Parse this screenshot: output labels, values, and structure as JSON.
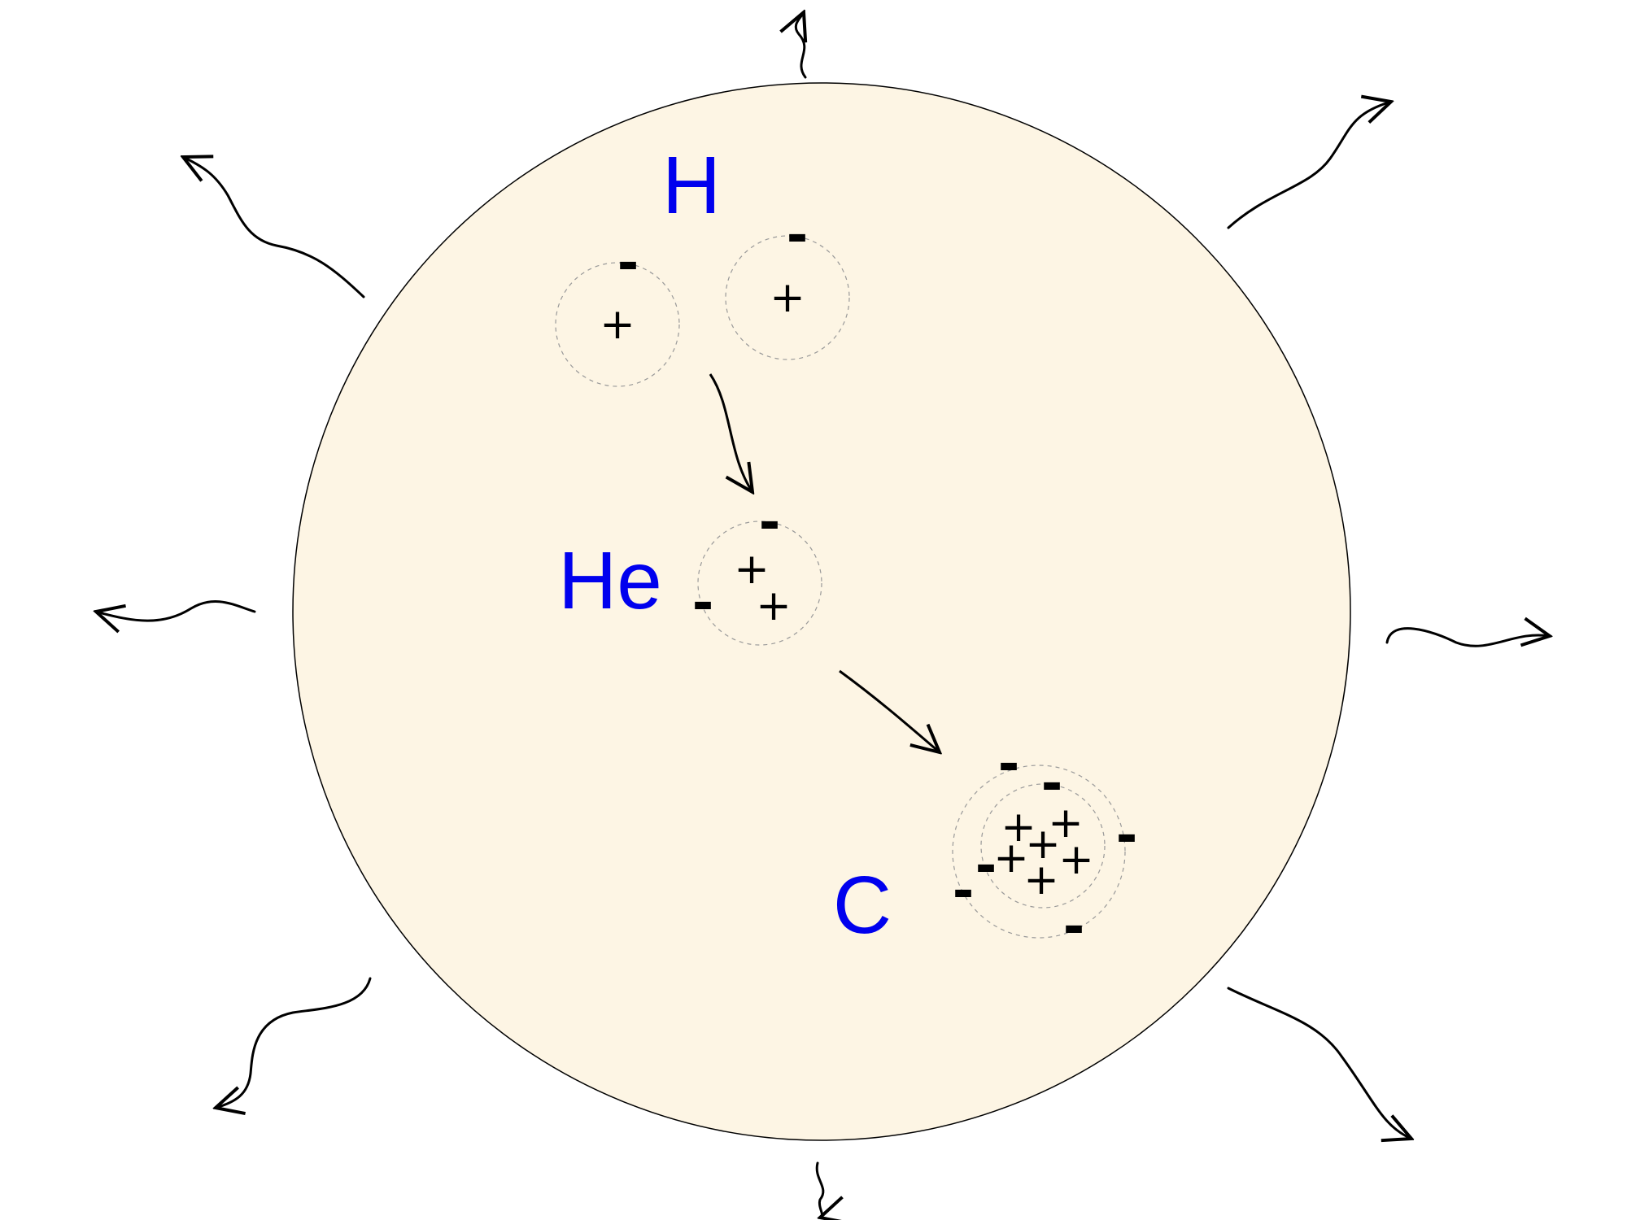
{
  "colors": {
    "star_fill": "#fdf5e4",
    "outline": "#000000",
    "label": "#0000ee",
    "shell": "#999999"
  },
  "elements": {
    "hydrogen": {
      "label": "H",
      "proton_symbol": "+",
      "electron_symbol": "-"
    },
    "helium": {
      "label": "He",
      "proton_symbol": "+",
      "electron_symbol": "-"
    },
    "carbon": {
      "label": "C",
      "proton_symbol": "+",
      "electron_symbol": "-"
    }
  },
  "icons": [
    "wavy-radiation-arrow",
    "fusion-arrow"
  ]
}
